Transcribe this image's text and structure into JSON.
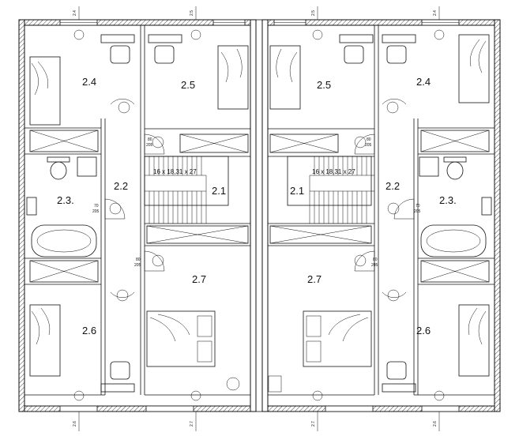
{
  "rooms": {
    "left": {
      "r24": "2.4",
      "r25": "2.5",
      "r22": "2.2",
      "r23": "2.3.",
      "r21": "2.1",
      "r27": "2.7",
      "r26": "2.6"
    },
    "right": {
      "r25": "2.5",
      "r24": "2.4",
      "r22": "2.2",
      "r23": "2.3.",
      "r21": "2.1",
      "r27": "2.7",
      "r26": "2.6"
    }
  },
  "stairs": {
    "left_label": "16 x 18,31 x 27",
    "right_label": "16 x 18,31 x 27"
  },
  "doors": {
    "d1_top": "80",
    "d1_bot": "205",
    "d2_top": "70",
    "d2_bot": "205",
    "d3_top": "80",
    "d3_bot": "205",
    "d4_top": "80",
    "d4_bot": "205",
    "d5_top": "70",
    "d5_bot": "205",
    "d6_top": "80",
    "d6_bot": "205"
  },
  "axis_marks": {
    "top": [
      "2.4",
      "2.5",
      "2.5",
      "2.4"
    ],
    "bottom": [
      "2.6",
      "2.7",
      "2.7",
      "2.6"
    ]
  }
}
